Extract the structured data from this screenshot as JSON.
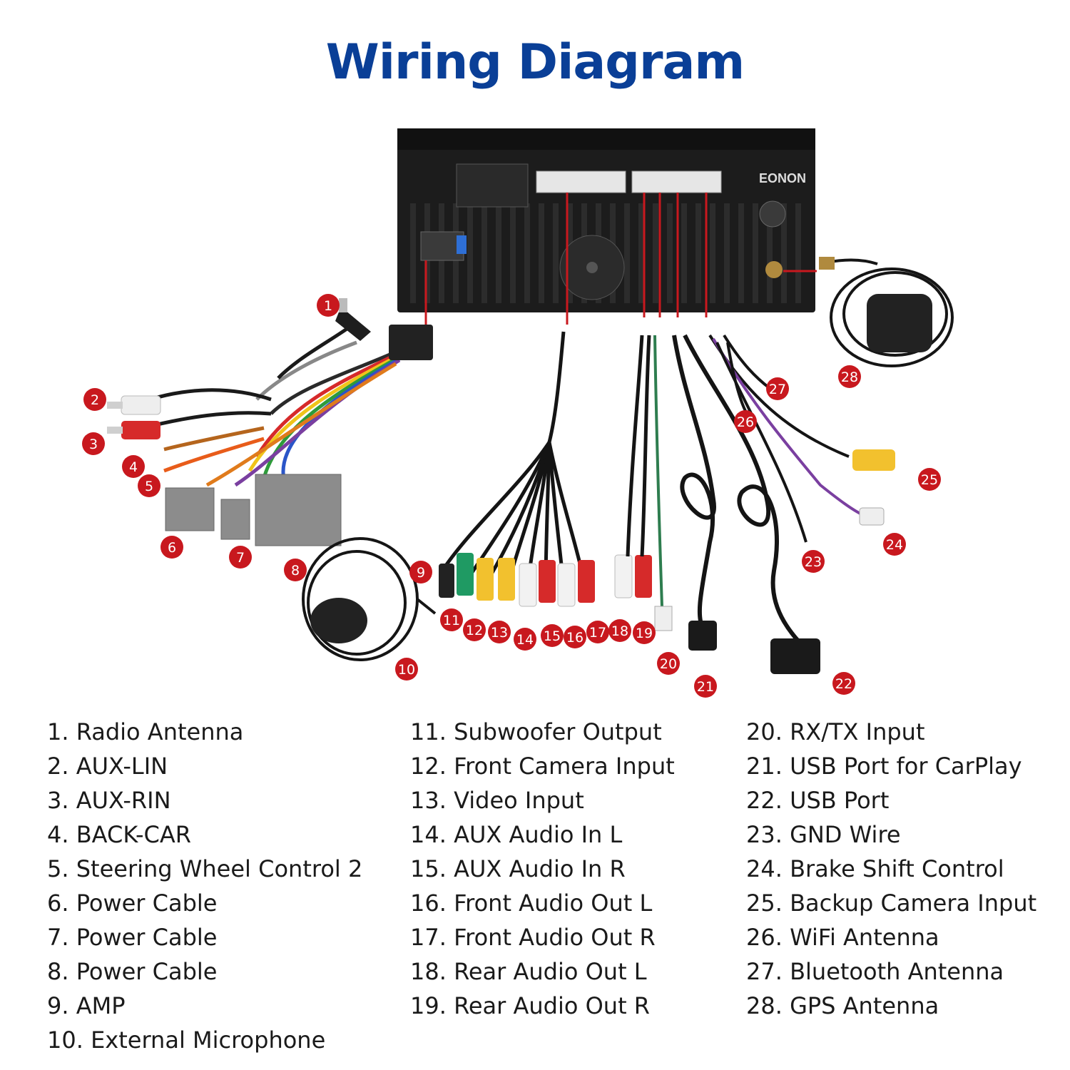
{
  "title": "Wiring Diagram",
  "brand": "EONON",
  "colors": {
    "title": "#0a3f97",
    "badge": "#c8181e",
    "leader": "#c8181e",
    "unit_body": "#1c1c1c",
    "connector": "#8c8c8c"
  },
  "badges": [
    "1",
    "2",
    "3",
    "4",
    "5",
    "6",
    "7",
    "8",
    "9",
    "10",
    "11",
    "12",
    "13",
    "14",
    "15",
    "16",
    "17",
    "18",
    "19",
    "20",
    "21",
    "22",
    "23",
    "24",
    "25",
    "26",
    "27",
    "28"
  ],
  "legend": {
    "col1": [
      "1. Radio Antenna",
      "2. AUX-LIN",
      "3. AUX-RIN",
      "4. BACK-CAR",
      "5. Steering Wheel Control 2",
      "6. Power Cable",
      "7. Power Cable",
      "8. Power Cable",
      "9. AMP",
      "10. External Microphone"
    ],
    "col2": [
      "11. Subwoofer Output",
      "12. Front Camera Input",
      "13. Video Input",
      "14. AUX Audio In L",
      "15. AUX Audio In R",
      "16. Front Audio Out L",
      "17. Front Audio Out R",
      "18. Rear Audio Out L",
      "19. Rear Audio Out R"
    ],
    "col3": [
      "20. RX/TX Input",
      "21. USB Port for CarPlay",
      "22. USB Port",
      "23. GND Wire",
      "24. Brake Shift Control",
      "25. Backup Camera Input",
      "26. WiFi Antenna",
      "27. Bluetooth Antenna",
      "28. GPS Antenna"
    ]
  }
}
